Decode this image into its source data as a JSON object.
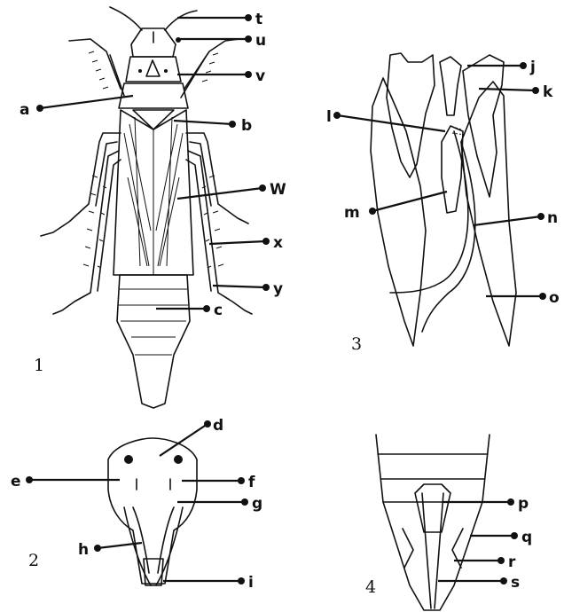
{
  "figures": [
    {
      "id": "fig1",
      "number": "1"
    },
    {
      "id": "fig2",
      "number": "2"
    },
    {
      "id": "fig3",
      "number": "3"
    },
    {
      "id": "fig4",
      "number": "4"
    }
  ],
  "labels": {
    "a": "a",
    "b": "b",
    "c": "c",
    "d": "d",
    "e": "e",
    "f": "f",
    "g": "g",
    "h": "h",
    "i": "i",
    "j": "j",
    "k": "k",
    "l": "l",
    "m": "m",
    "n": "n",
    "o": "o",
    "p": "p",
    "q": "q",
    "r": "r",
    "s": "s",
    "t": "t",
    "u": "u",
    "v": "v",
    "w": "W",
    "x": "x",
    "y": "y"
  }
}
